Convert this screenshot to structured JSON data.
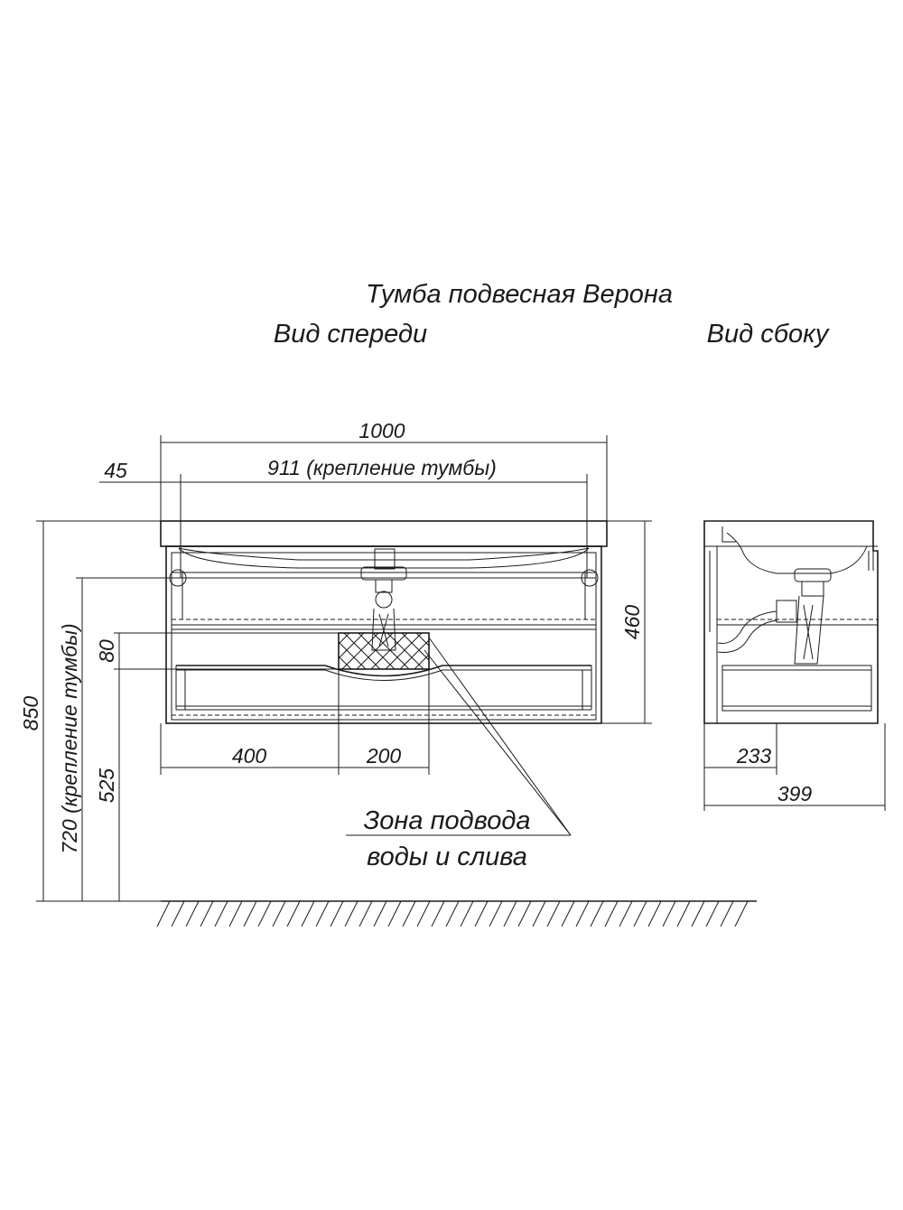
{
  "titles": {
    "main": "Тумба подвесная Верона",
    "front_view": "Вид спереди",
    "side_view": "Вид сбоку"
  },
  "dimensions": {
    "total_width": "1000",
    "mount_width": "911 (крепление тумбы)",
    "edge_offset": "45",
    "height_460": "460",
    "height_850": "850",
    "mount_height": "720 (крепление тумбы)",
    "height_525": "525",
    "gap_80": "80",
    "width_400": "400",
    "width_200": "200",
    "depth_233": "233",
    "depth_399": "399"
  },
  "annotations": {
    "supply_zone_line1": "Зона подвода",
    "supply_zone_line2": "воды и слива"
  },
  "colors": {
    "ink": "#1a1a1a",
    "background": "#ffffff"
  }
}
